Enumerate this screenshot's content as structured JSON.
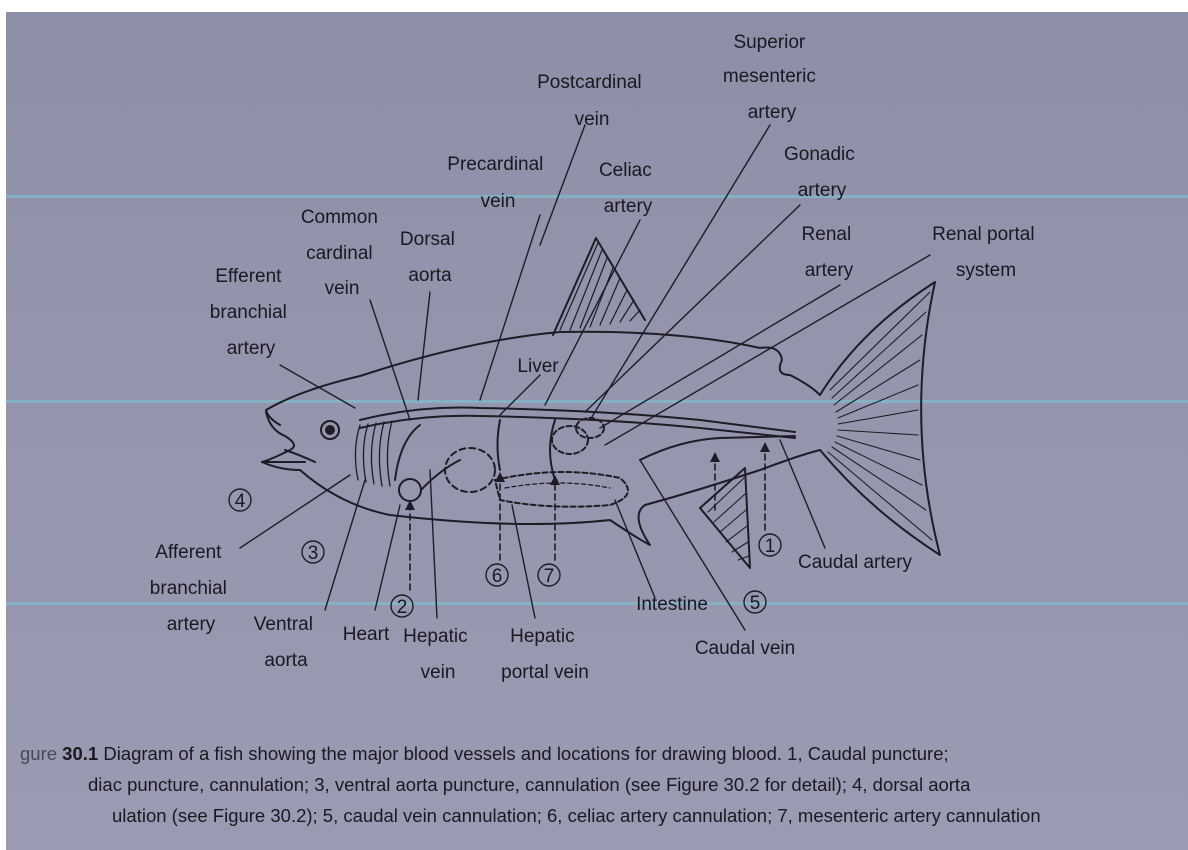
{
  "figure": {
    "labels": {
      "superior_mesenteric_artery": [
        "Superior",
        "mesenteric",
        "artery"
      ],
      "postcardinal_vein": [
        "Postcardinal",
        "vein"
      ],
      "precardinal_vein": [
        "Precardinal",
        "vein"
      ],
      "celiac_artery": [
        "Celiac",
        "artery"
      ],
      "gonadic_artery": [
        "Gonadic",
        "artery"
      ],
      "common_cardinal_vein": [
        "Common",
        "cardinal",
        "vein"
      ],
      "dorsal_aorta": [
        "Dorsal",
        "aorta"
      ],
      "renal_artery": [
        "Renal",
        "artery"
      ],
      "renal_portal_system": [
        "Renal portal",
        "system"
      ],
      "efferent_branchial_artery": [
        "Efferent",
        "branchial",
        "artery"
      ],
      "liver": "Liver",
      "afferent_branchial_artery": [
        "Afferent",
        "branchial",
        "artery"
      ],
      "ventral_aorta": [
        "Ventral",
        "aorta"
      ],
      "heart": "Heart",
      "hepatic_vein": [
        "Hepatic",
        "vein"
      ],
      "hepatic_portal_vein": [
        "Hepatic",
        "portal vein"
      ],
      "intestine": "Intestine",
      "caudal_vein": "Caudal vein",
      "caudal_artery": "Caudal artery"
    },
    "site_numbers": [
      "1",
      "2",
      "3",
      "4",
      "5",
      "6",
      "7"
    ]
  },
  "caption": {
    "prefix": "gure",
    "number": "30.1",
    "line1": "Diagram of a fish showing the major blood vessels and locations for drawing blood. 1, Caudal puncture;",
    "line2": "diac puncture, cannulation; 3, ventral aorta puncture, cannulation (see Figure 30.2 for detail); 4, dorsal aorta",
    "line3": "ulation (see Figure 30.2); 5, caudal vein cannulation; 6, celiac artery cannulation; 7, mesenteric artery cannulation"
  }
}
